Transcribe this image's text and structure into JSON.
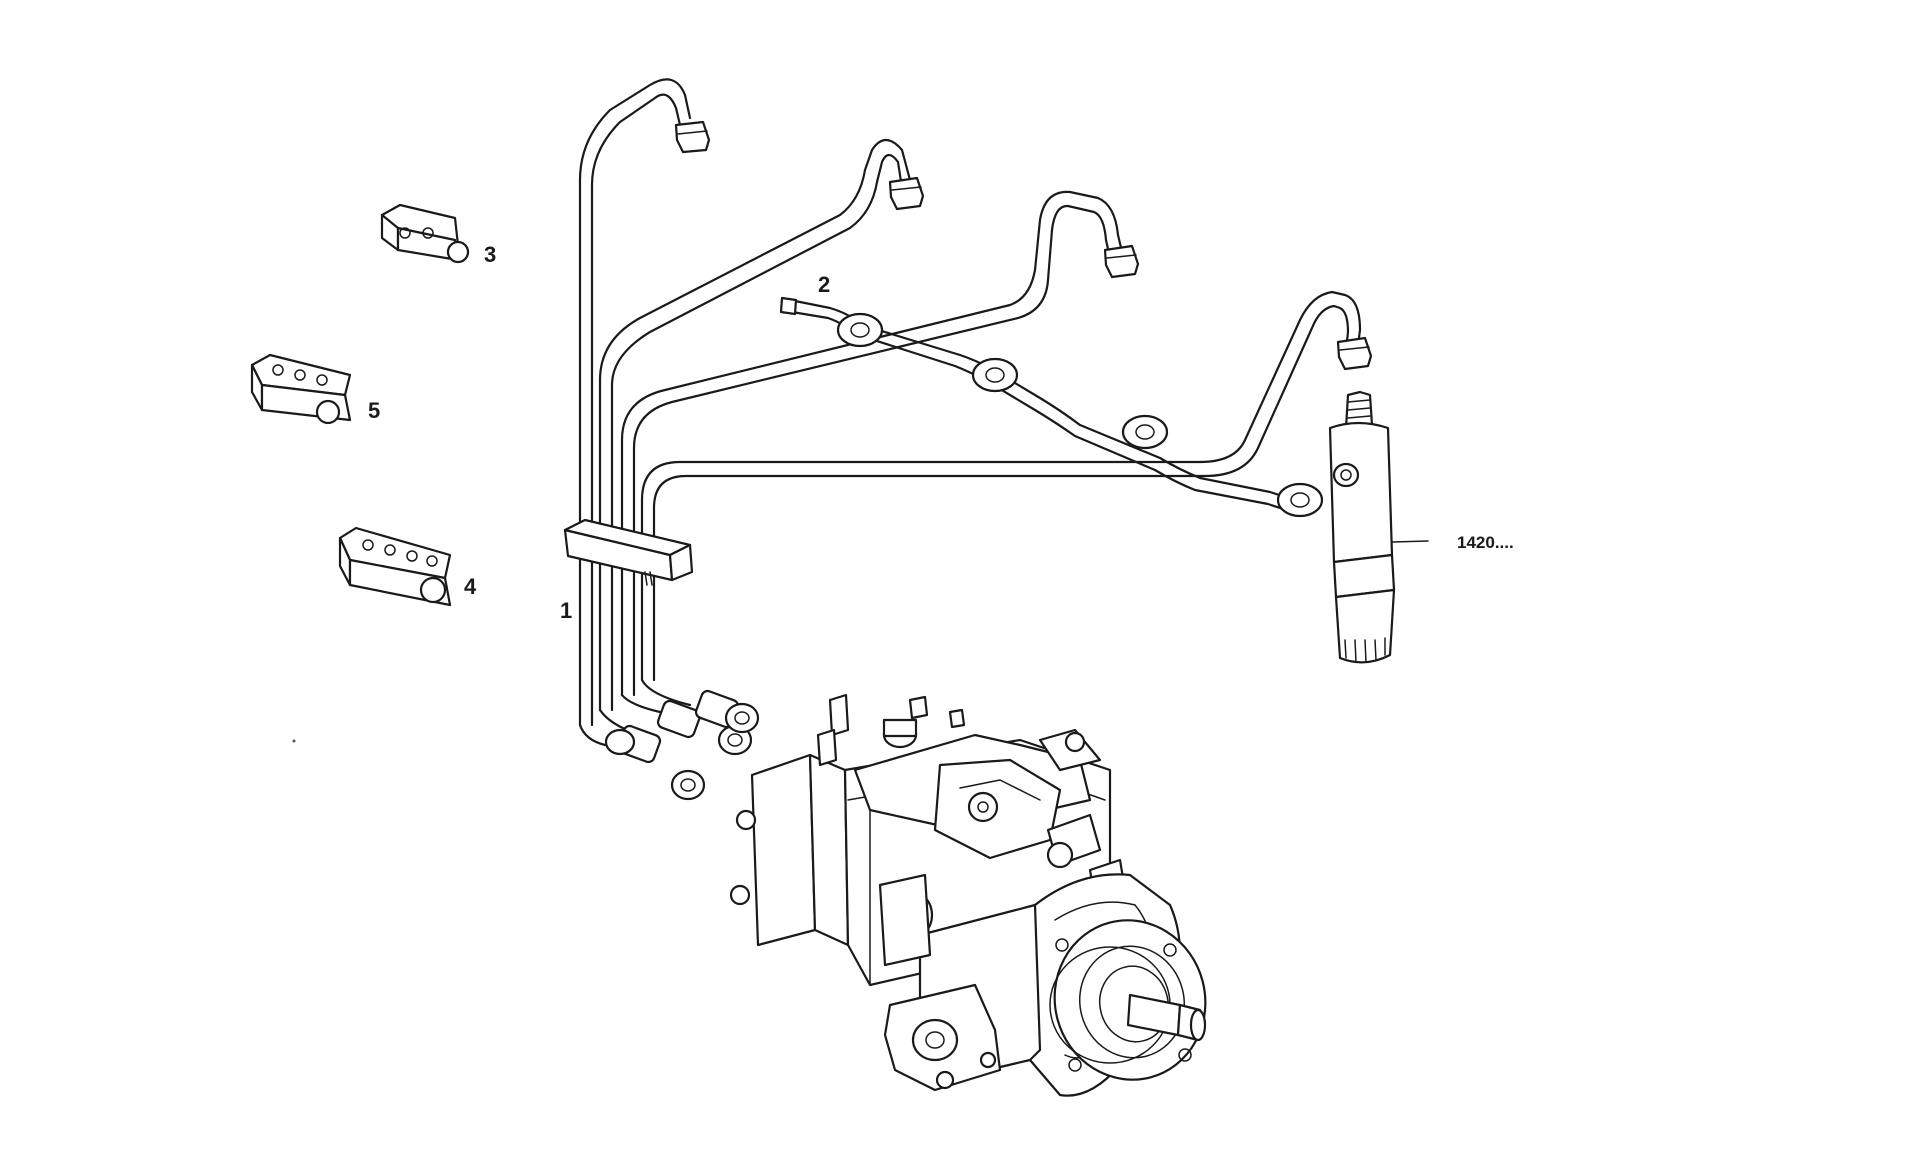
{
  "callouts": {
    "pipe_set": "1",
    "leak_off_line": "2",
    "clamp_a": "3",
    "clamp_b": "4",
    "clamp_c": "5",
    "injector_ref": "1420...."
  }
}
